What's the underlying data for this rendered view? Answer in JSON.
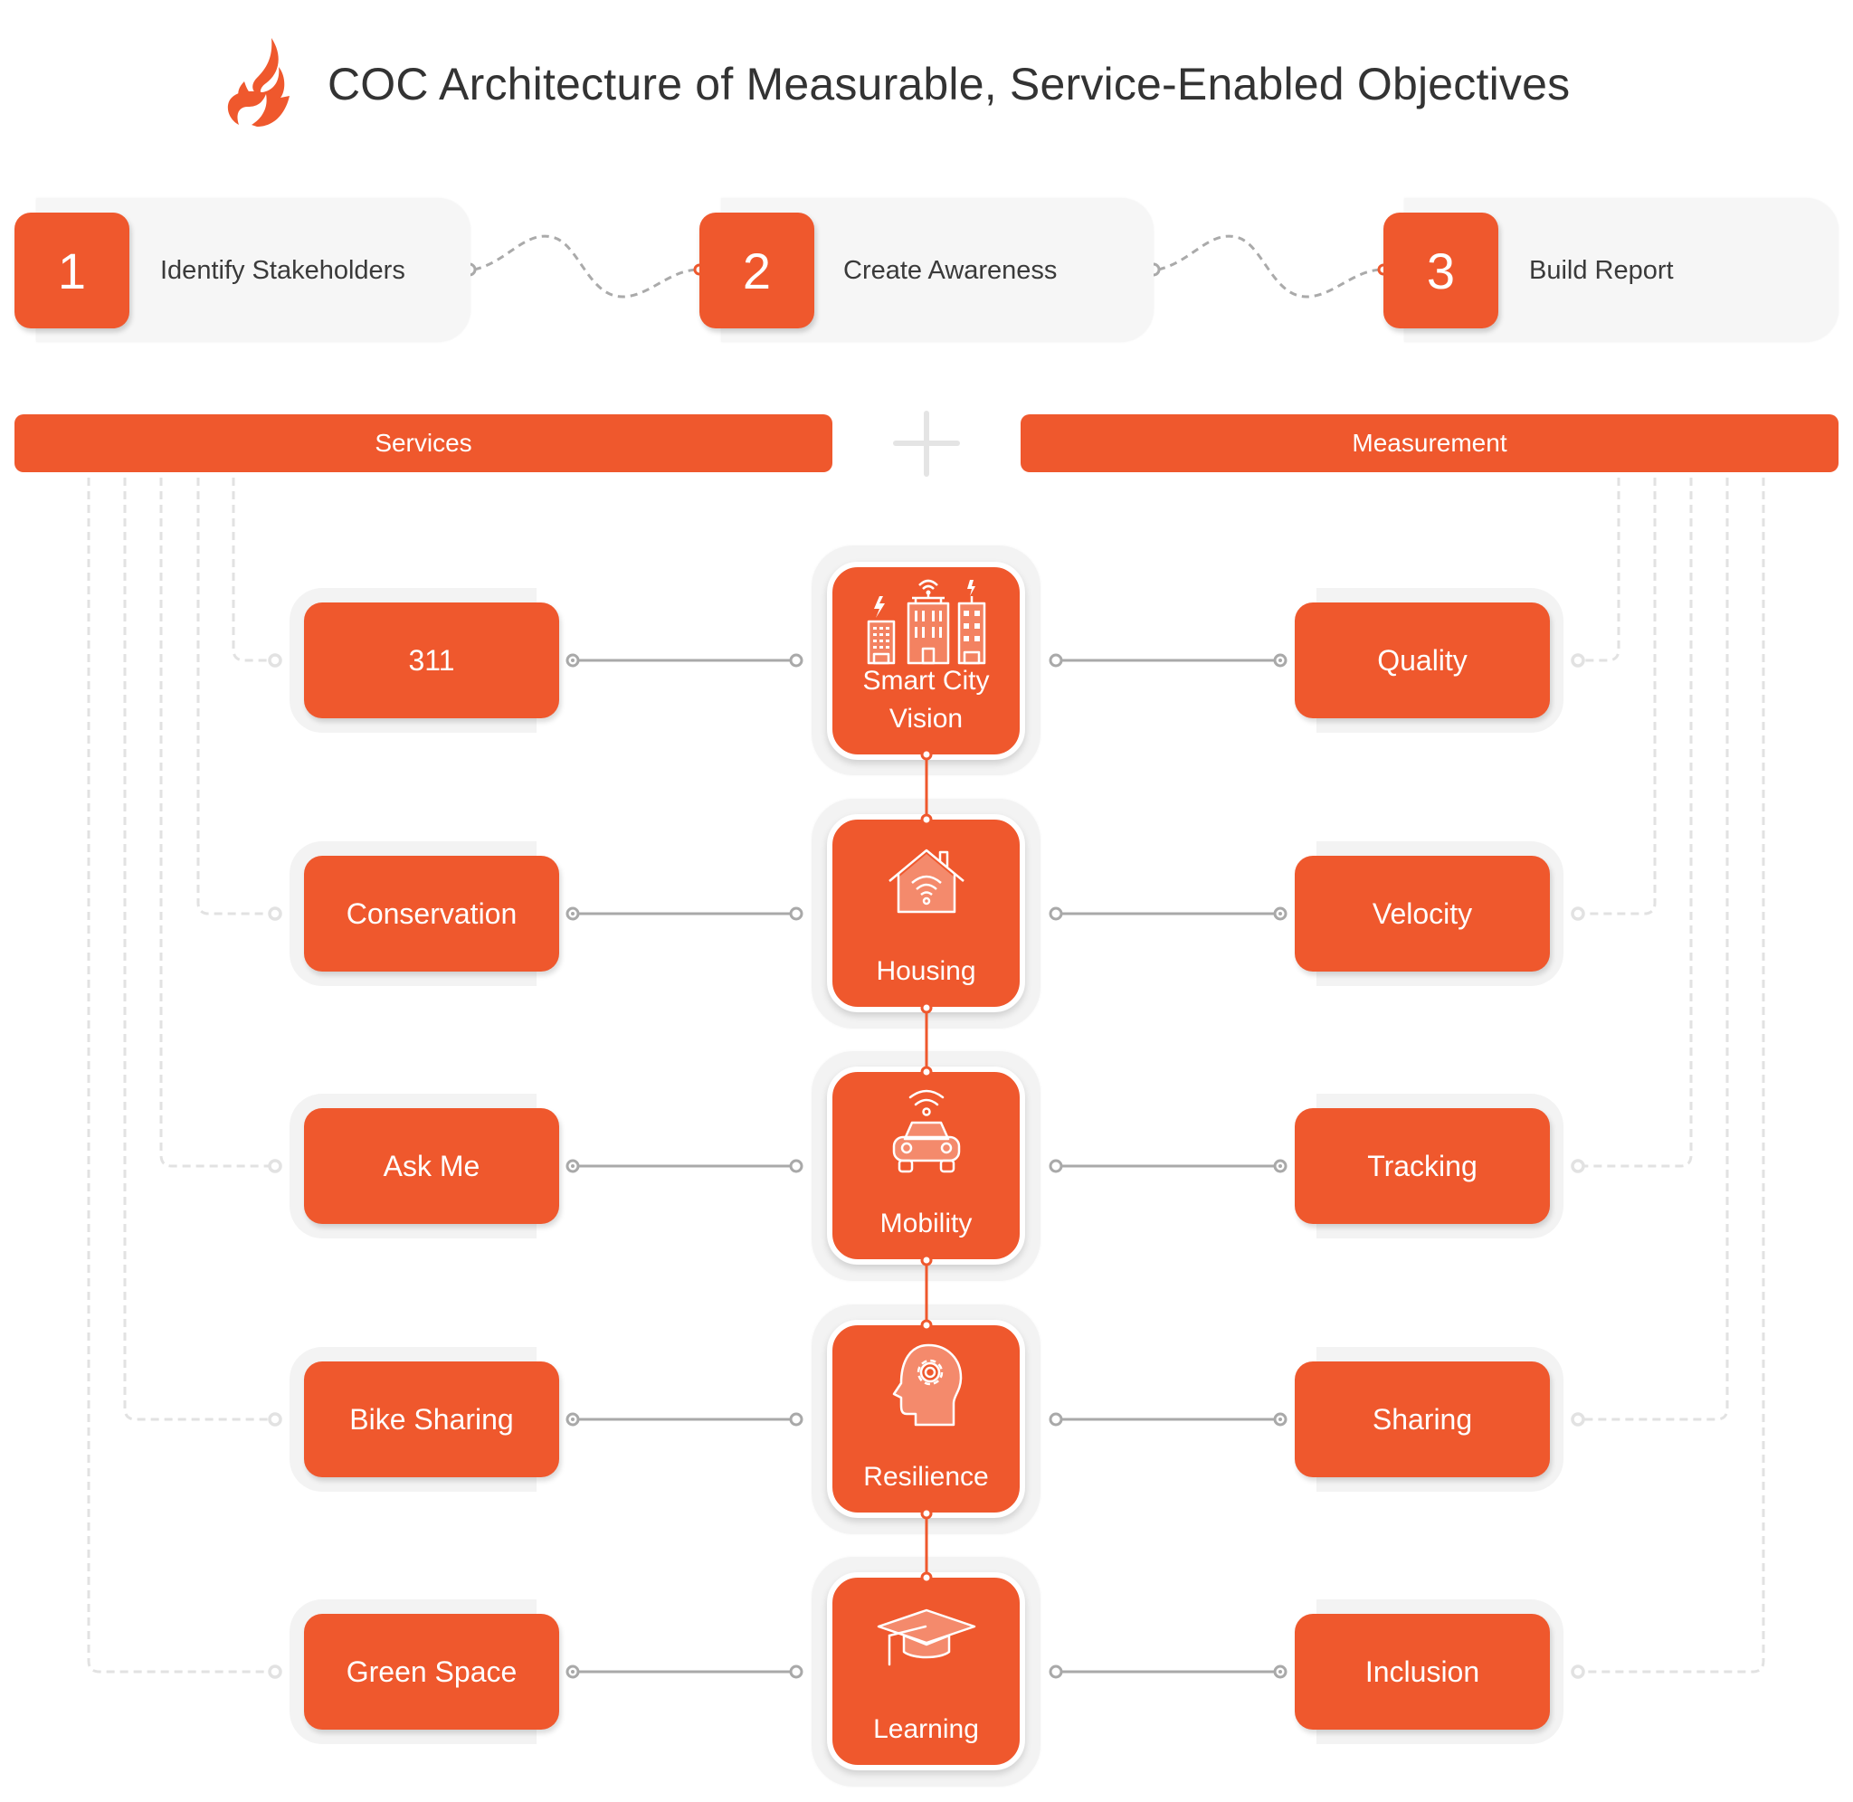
{
  "header": {
    "title": "COC Architecture of Measurable, Service-Enabled Objectives",
    "logo_icon": "flame-icon"
  },
  "steps": [
    {
      "number": "1",
      "label": "Identify Stakeholders"
    },
    {
      "number": "2",
      "label": "Create Awareness"
    },
    {
      "number": "3",
      "label": "Build Report"
    }
  ],
  "columns": {
    "left_header": "Services",
    "right_header": "Measurement",
    "joiner_icon": "plus-icon"
  },
  "services": [
    "311",
    "Conservation",
    "Ask Me",
    "Bike Sharing",
    "Green Space"
  ],
  "objectives": [
    {
      "label": "Smart City Vision",
      "icon": "smart-city-buildings-icon"
    },
    {
      "label": "Housing",
      "icon": "smart-home-icon"
    },
    {
      "label": "Mobility",
      "icon": "connected-car-icon"
    },
    {
      "label": "Resilience",
      "icon": "head-gear-icon"
    },
    {
      "label": "Learning",
      "icon": "graduation-cap-icon"
    }
  ],
  "measurements": [
    "Quality",
    "Velocity",
    "Tracking",
    "Sharing",
    "Inclusion"
  ],
  "colors": {
    "accent": "#EF582D",
    "card_bg": "#F6F6F6",
    "text_dark": "#333333",
    "connector": "#A9A9A9",
    "dashed": "#E2E2E2"
  }
}
